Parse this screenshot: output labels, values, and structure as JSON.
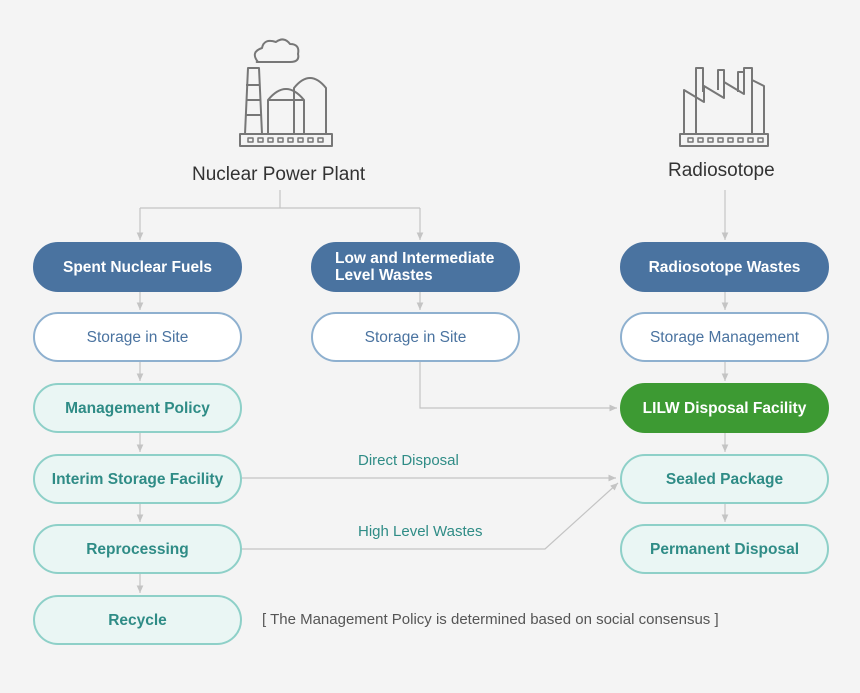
{
  "sources": {
    "plant": "Nuclear Power Plant",
    "radio": "Radiosotope"
  },
  "nodes": {
    "spent_fuels": "Spent Nuclear Fuels",
    "lilw_line1": "Low and Intermediate",
    "lilw_line2": "Level Wastes",
    "radio_wastes": "Radiosotope Wastes",
    "storage_site_1": "Storage in Site",
    "storage_site_2": "Storage in Site",
    "storage_mgmt": "Storage Management",
    "mgmt_policy": "Management Policy",
    "lilw_facility": "LILW Disposal Facility",
    "interim_storage": "Interim Storage Facility",
    "sealed_package": "Sealed Package",
    "reprocessing": "Reprocessing",
    "permanent_disposal": "Permanent Disposal",
    "recycle": "Recycle"
  },
  "edge_labels": {
    "direct_disposal": "Direct Disposal",
    "high_level_wastes": "High Level Wastes"
  },
  "note": "[ The Management Policy is determined based on social consensus ]",
  "colors": {
    "dark_blue": "#4a73a0",
    "mint_border": "#8ed0c8",
    "green": "#3d9a33",
    "connector": "#c4c4c4"
  },
  "icons": {
    "plant": "nuclear-plant-icon",
    "radio": "factory-icon"
  }
}
